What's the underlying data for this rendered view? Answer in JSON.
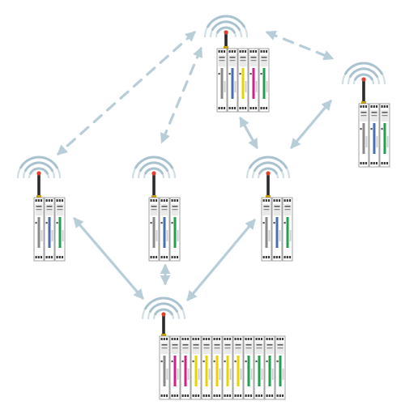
{
  "diagram": {
    "colors": {
      "background": "#ffffff",
      "link": "#b7cdd8",
      "wave": "#a9c2cf",
      "antenna_tip": "#e0402c",
      "antenna_mast": "#2a2a2a",
      "antenna_base": "#c8a000",
      "module_body": "#ffffff",
      "module_border": "#8c8c8c",
      "module_face": "#e9e9e9",
      "terminal": "#3a3a3a"
    },
    "nodes": [
      {
        "id": "top-center",
        "modules": [
          "gray",
          "blue",
          "yellow",
          "magenta",
          "green"
        ]
      },
      {
        "id": "right",
        "modules": [
          "gray",
          "blue",
          "green"
        ]
      },
      {
        "id": "left",
        "modules": [
          "gray",
          "blue",
          "green"
        ]
      },
      {
        "id": "center-left",
        "modules": [
          "gray",
          "blue",
          "green"
        ]
      },
      {
        "id": "center-right",
        "modules": [
          "gray",
          "blue",
          "green"
        ]
      },
      {
        "id": "bottom",
        "modules": [
          "gray",
          "magenta",
          "magenta",
          "yellow",
          "yellow",
          "yellow",
          "yellow",
          "yellow",
          "green",
          "green",
          "green",
          "green"
        ]
      }
    ],
    "links": [
      {
        "id": "top-center-to-left",
        "style": "dashed"
      },
      {
        "id": "top-center-to-center-left",
        "style": "dashed"
      },
      {
        "id": "top-center-to-right",
        "style": "dashed"
      },
      {
        "id": "top-center-to-center-right",
        "style": "solid"
      },
      {
        "id": "right-to-center-right",
        "style": "solid"
      },
      {
        "id": "left-to-bottom",
        "style": "solid"
      },
      {
        "id": "center-left-to-bottom",
        "style": "solid"
      },
      {
        "id": "center-right-to-bottom",
        "style": "solid"
      }
    ],
    "module_colors": {
      "gray": "#8a8a8a",
      "blue": "#4a6fb0",
      "yellow": "#e6d400",
      "magenta": "#d0208a",
      "green": "#22a050"
    }
  }
}
